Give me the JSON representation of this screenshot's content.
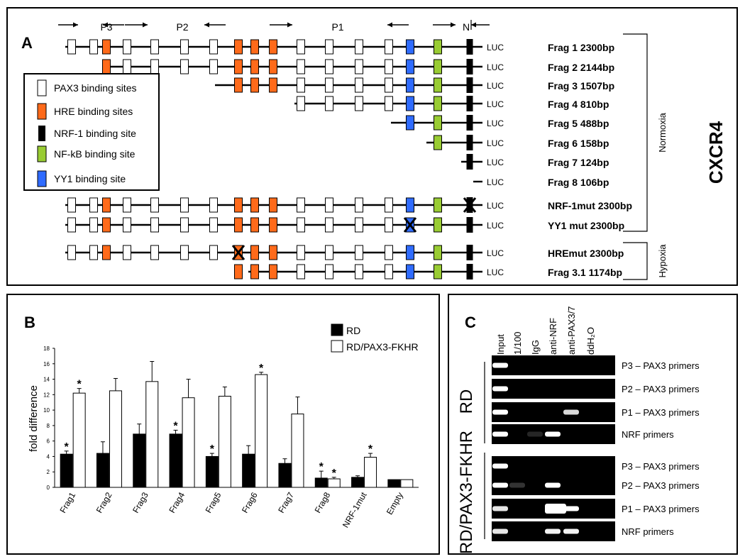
{
  "panel_a": {
    "letter": "A",
    "promoters": [
      "P3",
      "P2",
      "P1",
      "N"
    ],
    "legend": [
      {
        "label": "PAX3 binding sites",
        "color": "#ffffff"
      },
      {
        "label": "HRE binding sites",
        "color": "#ff6a1a"
      },
      {
        "label": "NRF-1 binding site",
        "color": "#000000"
      },
      {
        "label": "NF-kB binding site",
        "color": "#99cc33"
      },
      {
        "label": "YY1 binding site",
        "color": "#2f6bff"
      }
    ],
    "luc_label": "LUC",
    "constructs": [
      "Frag 1 2300bp",
      "Frag 2 2144bp",
      "Frag 3 1507bp",
      "Frag 4 810bp",
      "Frag 5 488bp",
      "Frag 6 158bp",
      "Frag 7 124bp",
      "Frag 8 106bp",
      "NRF-1mut 2300bp",
      "YY1 mut 2300bp",
      "HREmut 2300bp",
      "Frag 3.1 1174bp"
    ],
    "group_normoxia": "Normoxia",
    "group_hypoxia": "Hypoxia",
    "gene": "CXCR4"
  },
  "panel_b": {
    "letter": "B",
    "legend_rd": "RD",
    "legend_pax": "RD/PAX3-FKHR",
    "ylabel": "fold difference",
    "significance_mark": "*",
    "colors": {
      "rd": "#000000",
      "pax": "#ffffff"
    }
  },
  "chart_data": {
    "type": "bar",
    "ylabel": "fold difference",
    "ylim": [
      0,
      18
    ],
    "yticks": [
      "0",
      "2",
      "4",
      "6",
      "8",
      "10",
      "12",
      "14",
      "16",
      "18"
    ],
    "categories": [
      "Frag1",
      "Frag2",
      "Frag3",
      "Frag4",
      "Frag5",
      "Frag6",
      "Frag7",
      "Frag8",
      "NRF-1mut",
      "Empty"
    ],
    "series": [
      {
        "name": "RD",
        "values": [
          4.3,
          4.4,
          6.9,
          6.9,
          4.0,
          4.3,
          3.1,
          1.2,
          1.3,
          1.0
        ],
        "errors": [
          0.4,
          1.5,
          1.3,
          0.5,
          0.4,
          1.1,
          0.6,
          0.9,
          0.2,
          0.0
        ],
        "significant": [
          true,
          false,
          false,
          true,
          true,
          false,
          false,
          true,
          false,
          false
        ]
      },
      {
        "name": "RD/PAX3-FKHR",
        "values": [
          12.2,
          12.5,
          13.7,
          11.6,
          11.8,
          14.6,
          9.5,
          1.1,
          3.9,
          1.0
        ],
        "errors": [
          0.6,
          1.6,
          2.6,
          2.4,
          1.2,
          0.3,
          2.2,
          0.2,
          0.5,
          0.0
        ],
        "significant": [
          true,
          false,
          false,
          false,
          false,
          true,
          false,
          true,
          true,
          false
        ]
      }
    ]
  },
  "panel_c": {
    "letter": "C",
    "lanes": [
      "Input",
      "1/100",
      "IgG",
      "anti-NRF",
      "anti-PAX3/7",
      "ddH₂O"
    ],
    "group_rd": "RD",
    "group_pax": "RD/PAX3-FKHR",
    "rows": [
      "P3 – PAX3 primers",
      "P2 – PAX3 primers",
      "P1 – PAX3 primers",
      "NRF primers",
      "P3 – PAX3 primers",
      "P2 – PAX3 primers",
      "P1 – PAX3 primers",
      "NRF primers"
    ]
  }
}
